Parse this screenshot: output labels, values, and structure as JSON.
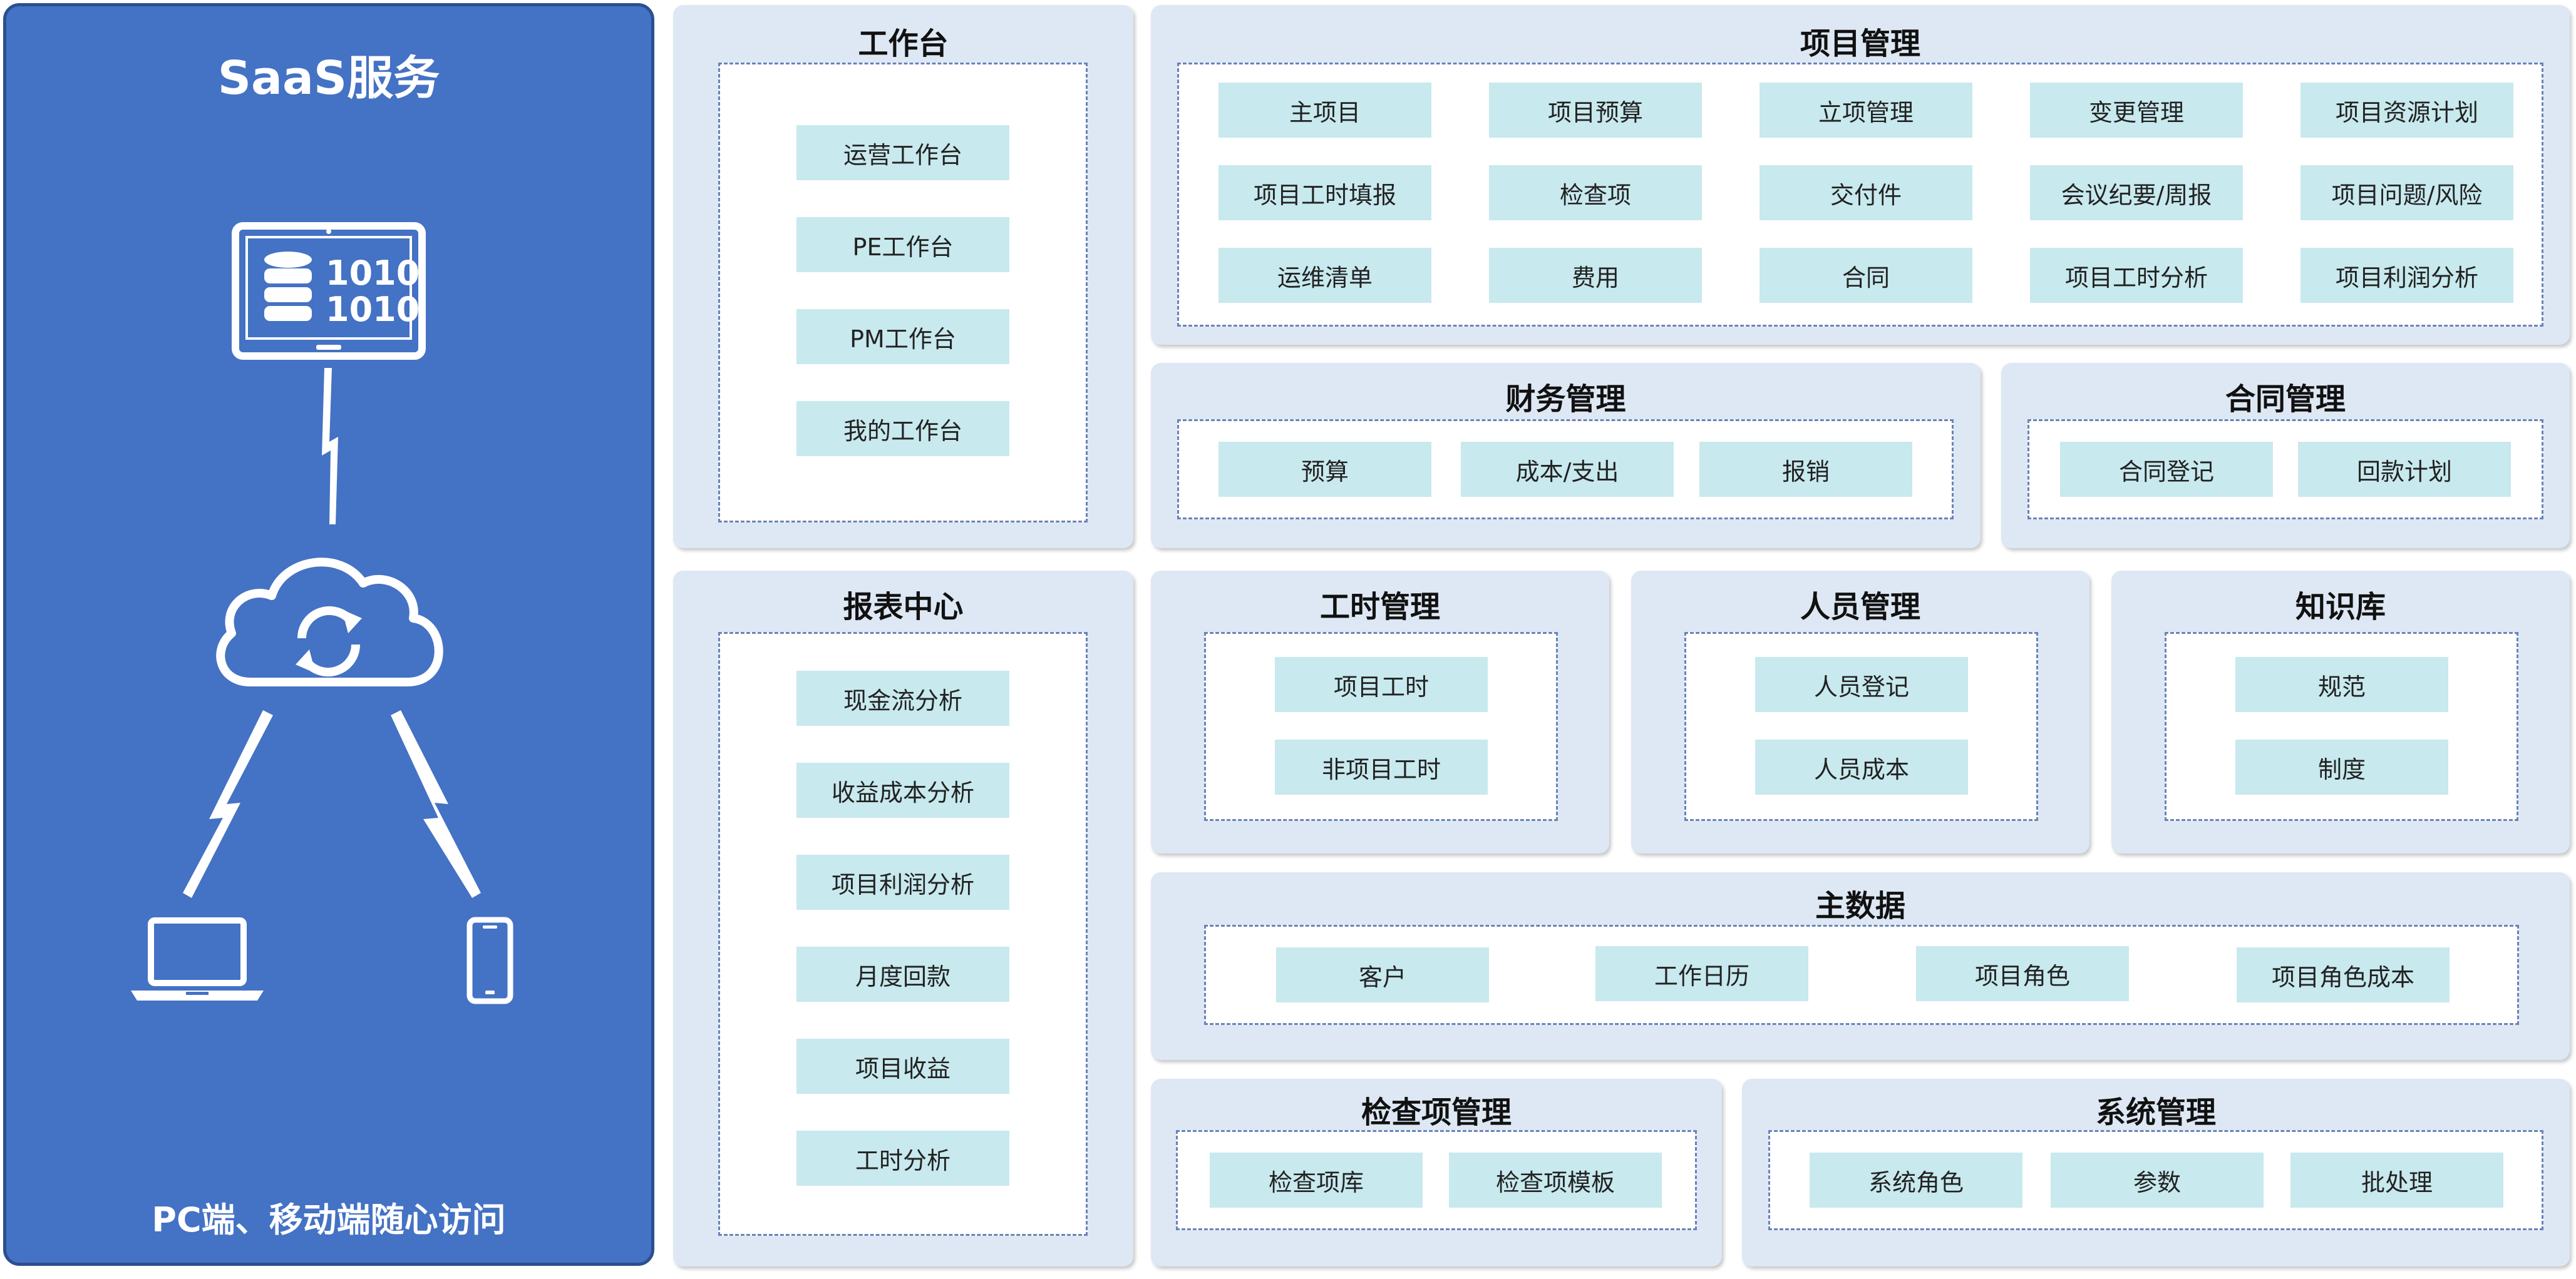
{
  "saas": {
    "title": "SaaS服务",
    "caption": "PC端、移动端随心访问",
    "icons": [
      "tablet-database-icon",
      "cloud-sync-icon",
      "laptop-icon",
      "mobile-phone-icon",
      "lightning-link-icon"
    ],
    "binary_text": [
      "1010",
      "1010"
    ],
    "color": "#4472c4"
  },
  "modules": {
    "workbench": {
      "title": "工作台",
      "items": [
        "运营工作台",
        "PE工作台",
        "PM工作台",
        "我的工作台"
      ]
    },
    "project": {
      "title": "项目管理",
      "items": [
        "主项目",
        "项目预算",
        "立项管理",
        "变更管理",
        "项目资源计划",
        "项目工时填报",
        "检查项",
        "交付件",
        "会议纪要/周报",
        "项目问题/风险",
        "运维清单",
        "费用",
        "合同",
        "项目工时分析",
        "项目利润分析"
      ]
    },
    "finance": {
      "title": "财务管理",
      "items": [
        "预算",
        "成本/支出",
        "报销"
      ]
    },
    "contract": {
      "title": "合同管理",
      "items": [
        "合同登记",
        "回款计划"
      ]
    },
    "report": {
      "title": "报表中心",
      "items": [
        "现金流分析",
        "收益成本分析",
        "项目利润分析",
        "月度回款",
        "项目收益",
        "工时分析"
      ]
    },
    "timesheet": {
      "title": "工时管理",
      "items": [
        "项目工时",
        "非项目工时"
      ]
    },
    "personnel": {
      "title": "人员管理",
      "items": [
        "人员登记",
        "人员成本"
      ]
    },
    "knowledge": {
      "title": "知识库",
      "items": [
        "规范",
        "制度"
      ]
    },
    "masterdata": {
      "title": "主数据",
      "items": [
        "客户",
        "工作日历",
        "项目角色",
        "项目角色成本"
      ]
    },
    "inspection": {
      "title": "检查项管理",
      "items": [
        "检查项库",
        "检查项模板"
      ]
    },
    "system": {
      "title": "系统管理",
      "items": [
        "系统角色",
        "参数",
        "批处理"
      ]
    }
  },
  "colors": {
    "panel_bg": "#dde8f4",
    "item_bg": "#c8e9ee",
    "inner_border": "#6a83b8"
  }
}
